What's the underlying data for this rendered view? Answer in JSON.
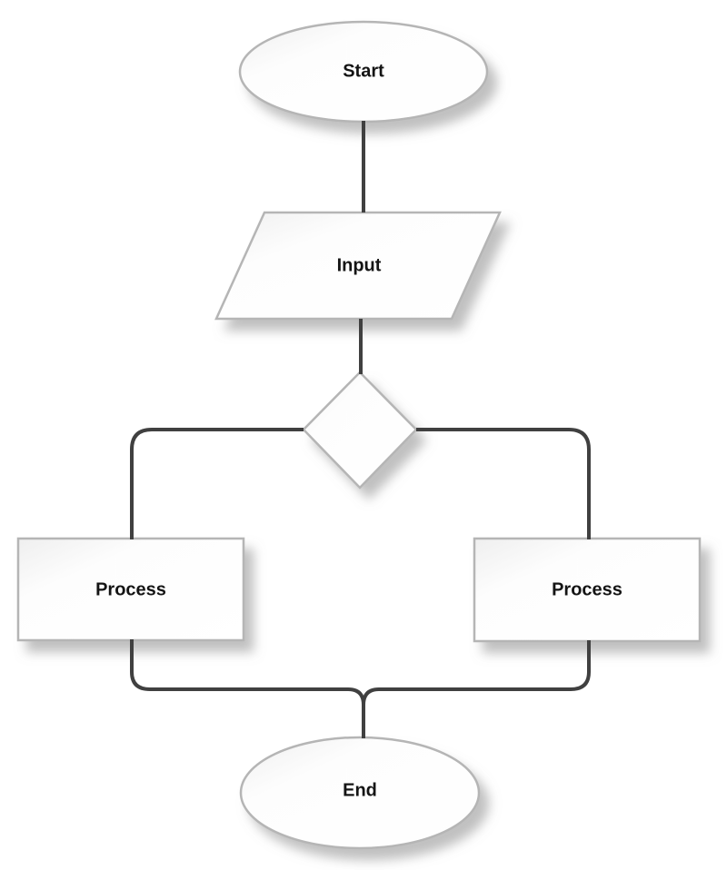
{
  "diagram": {
    "type": "flowchart",
    "background_color": "#ffffff",
    "connector_color": "#404040",
    "shape_border_color": "#b5b5b5",
    "shape_fill_color": "#ffffff",
    "shadow_color": "#8c8c8c",
    "label_color": "#141414",
    "nodes": {
      "start": {
        "label": "Start",
        "shape": "terminator-ellipse"
      },
      "input": {
        "label": "Input",
        "shape": "parallelogram"
      },
      "decision": {
        "label": "",
        "shape": "diamond"
      },
      "process_left": {
        "label": "Process",
        "shape": "rectangle"
      },
      "process_right": {
        "label": "Process",
        "shape": "rectangle"
      },
      "end": {
        "label": "End",
        "shape": "terminator-ellipse"
      }
    },
    "edges": [
      {
        "from": "start",
        "to": "input"
      },
      {
        "from": "input",
        "to": "decision"
      },
      {
        "from": "decision",
        "to": "process_left"
      },
      {
        "from": "decision",
        "to": "process_right"
      },
      {
        "from": "process_left",
        "to": "end"
      },
      {
        "from": "process_right",
        "to": "end"
      }
    ]
  }
}
